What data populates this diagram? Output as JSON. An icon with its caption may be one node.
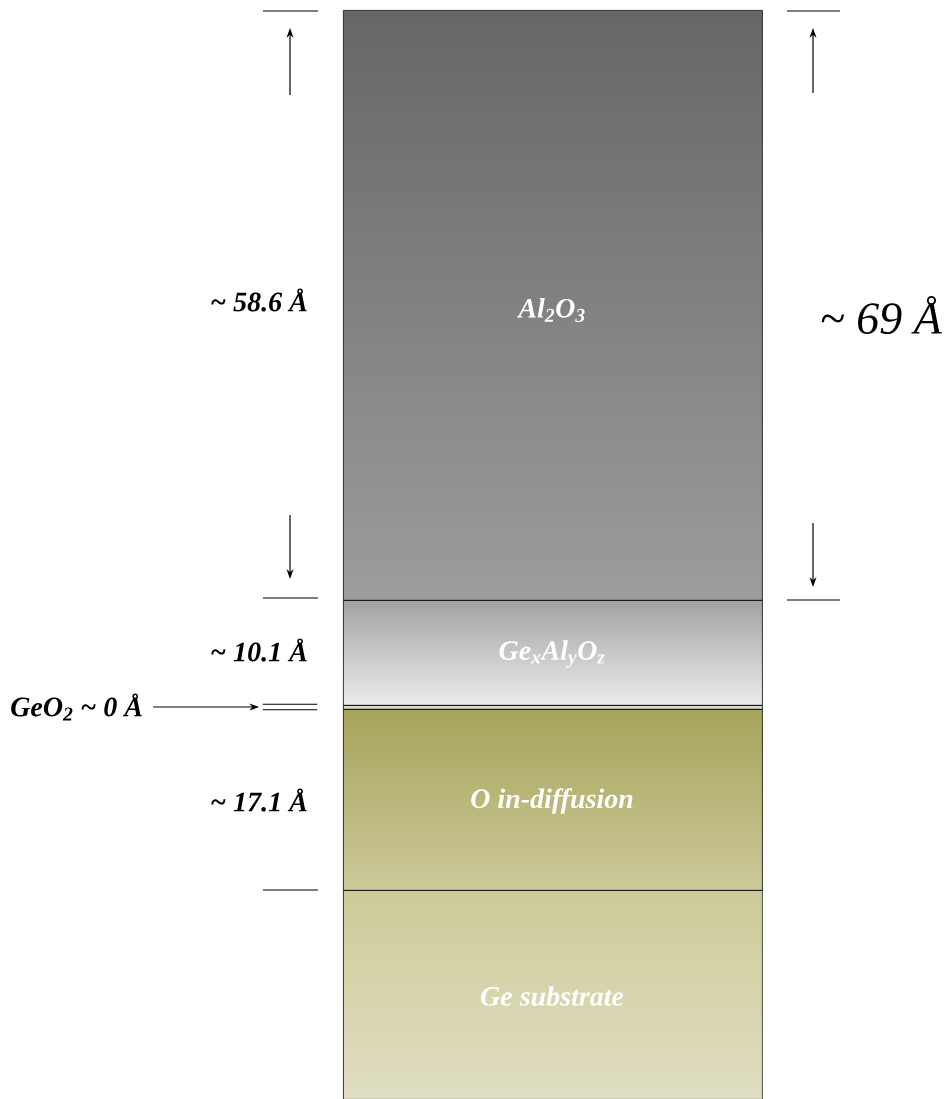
{
  "diagram": {
    "nodes": [
      {
        "text": [
          "Al$_{2}$O$_{3}$"
        ]
      },
      {
        "text": [
          "Ge$_{x}$Al$_{y}$O$_{z}$"
        ]
      },
      {
        "text": [],
        "shape": "bar"
      },
      {
        "text": [],
        "shape": "bar"
      },
      {
        "text": [
          "O in-diffusion"
        ]
      },
      {
        "text": [
          "Ge substrate"
        ]
      },
      {
        "text": [
          "GeO$_{2}$ ~ 0 Å"
        ]
      }
    ],
    "edges": [
      {
        "from": 6,
        "to": 2,
        "arrow": "to"
      }
    ],
    "labels": [
      "~ 58.6 Å",
      "~ 69 Å",
      "~ 10.1 Å",
      "~ 17.1 Å"
    ]
  }
}
